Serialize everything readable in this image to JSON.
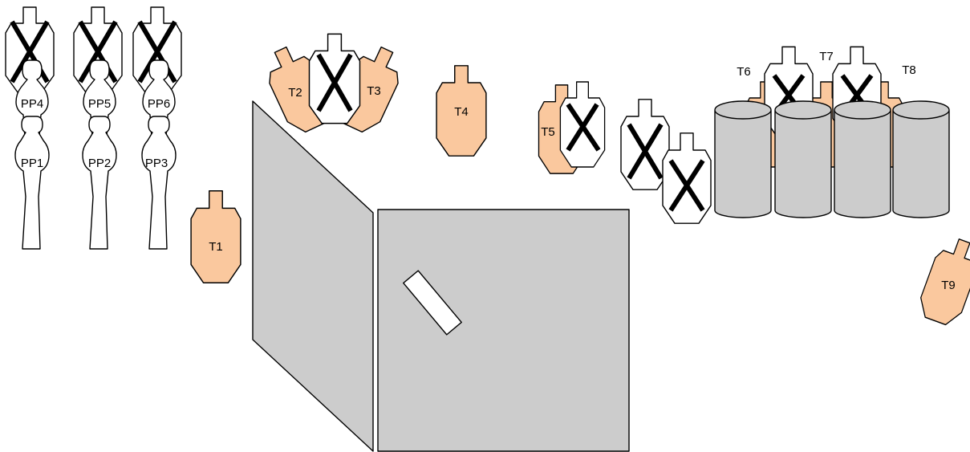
{
  "colors": {
    "shoot_target_fill": "#FAC89E",
    "no_shoot_fill": "#FFFFFF",
    "wall_fill": "#CCCCCC",
    "barrel_fill": "#CCCCCC",
    "outline": "#000000"
  },
  "stage": {
    "targets": [
      {
        "id": "T1",
        "label": "T1"
      },
      {
        "id": "T2",
        "label": "T2"
      },
      {
        "id": "T3",
        "label": "T3"
      },
      {
        "id": "T4",
        "label": "T4"
      },
      {
        "id": "T5",
        "label": "T5"
      },
      {
        "id": "T6",
        "label": "T6"
      },
      {
        "id": "T7",
        "label": "T7"
      },
      {
        "id": "T8",
        "label": "T8"
      },
      {
        "id": "T9",
        "label": "T9"
      }
    ],
    "poppers": [
      {
        "id": "PP1",
        "label": "PP1"
      },
      {
        "id": "PP2",
        "label": "PP2"
      },
      {
        "id": "PP3",
        "label": "PP3"
      },
      {
        "id": "PP4",
        "label": "PP4"
      },
      {
        "id": "PP5",
        "label": "PP5"
      },
      {
        "id": "PP6",
        "label": "PP6"
      }
    ],
    "no_shoot_icon": "x-mark-icon",
    "barrel_icon": "barrel-icon",
    "wall_icon": "wall-panel-icon",
    "port_icon": "shooting-port-icon"
  }
}
